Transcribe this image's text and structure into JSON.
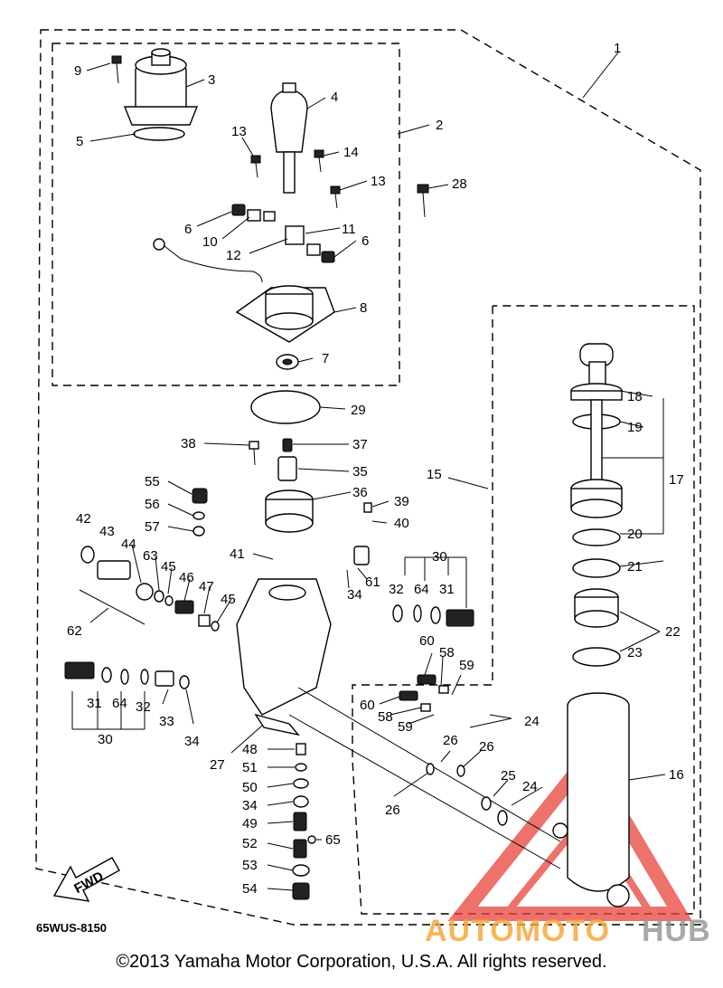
{
  "diagram_code": "65WUS-8150",
  "copyright": "©2013 Yamaha Motor Corporation, U.S.A. All rights reserved.",
  "watermark": {
    "left": "AUTOMOTO",
    "right": "HUB",
    "left_color": "#f7a93c",
    "right_color": "#9a9a9a",
    "logo_color": "#e8443a"
  },
  "fwd_label": "FWD",
  "callouts": {
    "c1": "1",
    "c2": "2",
    "c3": "3",
    "c4": "4",
    "c5": "5",
    "c6a": "6",
    "c6b": "6",
    "c7": "7",
    "c8": "8",
    "c9": "9",
    "c10": "10",
    "c11": "11",
    "c12": "12",
    "c13a": "13",
    "c13b": "13",
    "c14": "14",
    "c15": "15",
    "c16": "16",
    "c17": "17",
    "c18": "18",
    "c19": "19",
    "c20": "20",
    "c21": "21",
    "c22": "22",
    "c23": "23",
    "c24a": "24",
    "c24b": "24",
    "c25": "25",
    "c26a": "26",
    "c26b": "26",
    "c26c": "26",
    "c27": "27",
    "c28": "28",
    "c29": "29",
    "c30a": "30",
    "c30b": "30",
    "c31a": "31",
    "c31b": "31",
    "c32a": "32",
    "c32b": "32",
    "c33": "33",
    "c34a": "34",
    "c34b": "34",
    "c34c": "34",
    "c35": "35",
    "c36": "36",
    "c37": "37",
    "c38": "38",
    "c39": "39",
    "c40": "40",
    "c41": "41",
    "c42": "42",
    "c43": "43",
    "c44": "44",
    "c45a": "45",
    "c45b": "45",
    "c46": "46",
    "c47": "47",
    "c48": "48",
    "c49": "49",
    "c50": "50",
    "c51": "51",
    "c52": "52",
    "c53": "53",
    "c54": "54",
    "c55": "55",
    "c56": "56",
    "c57": "57",
    "c58a": "58",
    "c58b": "58",
    "c59a": "59",
    "c59b": "59",
    "c60a": "60",
    "c60b": "60",
    "c61": "61",
    "c62": "62",
    "c63": "63",
    "c64a": "64",
    "c64b": "64",
    "c65": "65"
  }
}
